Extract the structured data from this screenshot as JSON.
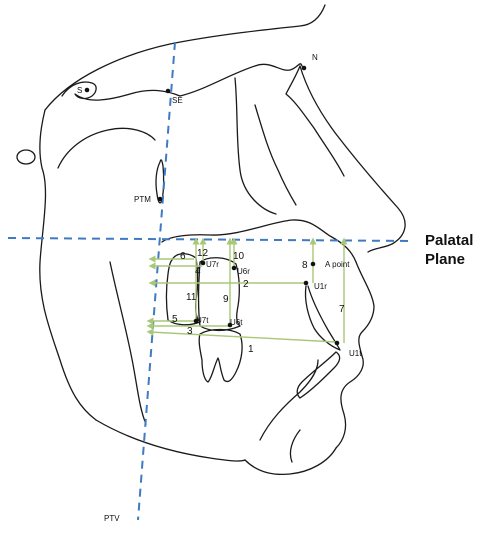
{
  "landmarks": {
    "s": "S",
    "se": "SE",
    "n": "N",
    "ptm": "PTM",
    "a_point": "A point",
    "u7r": "U7r",
    "u6r": "U6r",
    "u1r": "U1r",
    "u7t": "U7t",
    "u6t": "U6t",
    "u1t": "U1t",
    "ptv": "PTV"
  },
  "planes": {
    "palatal_line1": "Palatal",
    "palatal_line2": "Plane"
  },
  "measurements": {
    "m1": "1",
    "m2": "2",
    "m3": "3",
    "m4": "4",
    "m5": "5",
    "m6": "6",
    "m7": "7",
    "m8": "8",
    "m9": "9",
    "m10": "10",
    "m11": "11",
    "m12": "12"
  },
  "colors": {
    "reference_lines": "#3f7ac2",
    "measurement_lines": "#a8c878",
    "outline": "#1a1a1a"
  }
}
